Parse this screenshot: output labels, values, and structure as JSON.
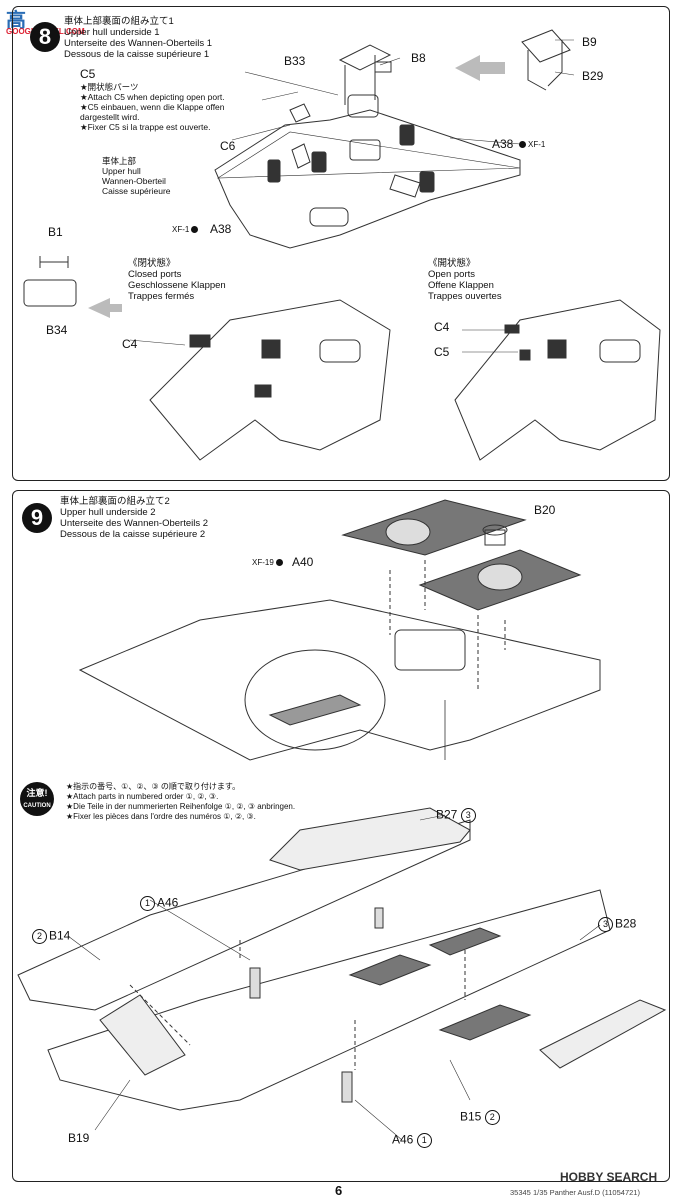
{
  "header_watermark": {
    "logo": "高",
    "text": "GOOGLEMDEL.COM"
  },
  "step8": {
    "number": "8",
    "title_lines": [
      "車体上部裏面の組み立て1",
      "Upper hull underside 1",
      "Unterseite des Wannen-Oberteils 1",
      "Dessous de la caisse supérieure 1"
    ],
    "labels": {
      "b9": "B9",
      "b29": "B29",
      "b33": "B33",
      "b8": "B8",
      "c5": "C5",
      "c6": "C6",
      "a38_right": "A38",
      "xf1_right": "XF-1",
      "xf1_left": "XF-1",
      "a38_left": "A38",
      "b1": "B1",
      "b34": "B34",
      "c4_closed": "C4",
      "c4_open": "C4",
      "c5_open": "C5"
    },
    "c5_note": [
      "★開状態パーツ",
      "★Attach C5 when depicting open port.",
      "★C5 einbauen, wenn die Klappe offen",
      "dargestellt wird.",
      "★Fixer C5 si la trappe est ouverte."
    ],
    "hull_note": [
      "車体上部",
      "Upper hull",
      "Wannen-Oberteil",
      "Caisse supérieure"
    ],
    "closed_ports": [
      "《閉状態》",
      "Closed ports",
      "Geschlossene Klappen",
      "Trappes fermés"
    ],
    "open_ports": [
      "《開状態》",
      "Open ports",
      "Offene Klappen",
      "Trappes ouvertes"
    ]
  },
  "step9": {
    "number": "9",
    "title_lines": [
      "車体上部裏面の組み立て2",
      "Upper hull underside 2",
      "Unterseite des Wannen-Oberteils 2",
      "Dessous de la caisse supérieure 2"
    ],
    "labels": {
      "b20": "B20",
      "xf19": "XF-19",
      "a40": "A40"
    },
    "caution_jp": "注意!",
    "caution_en": "CAUTION",
    "order_note": [
      "★指示の番号、①、②、③ の順で取り付けます。",
      "★Attach parts in numbered order ①, ②, ③.",
      "★Die Teile in der nummerierten Reihenfolge ①, ②, ③ anbringen.",
      "★Fixer les pièces dans l'ordre des numéros ①, ②, ③."
    ],
    "parts": [
      {
        "num": "3",
        "label": "B27"
      },
      {
        "num": "1",
        "label": "A46"
      },
      {
        "num": "2",
        "label": "B14"
      },
      {
        "num": "3",
        "label": "B28"
      },
      {
        "num": "",
        "label": "B19"
      },
      {
        "num": "2",
        "label": "B15"
      },
      {
        "num": "1",
        "label": "A46"
      }
    ]
  },
  "footer": {
    "page": "6",
    "code": "35345 1/35 Panther Ausf.D (11054721)",
    "site": "HOBBY SEARCH"
  }
}
